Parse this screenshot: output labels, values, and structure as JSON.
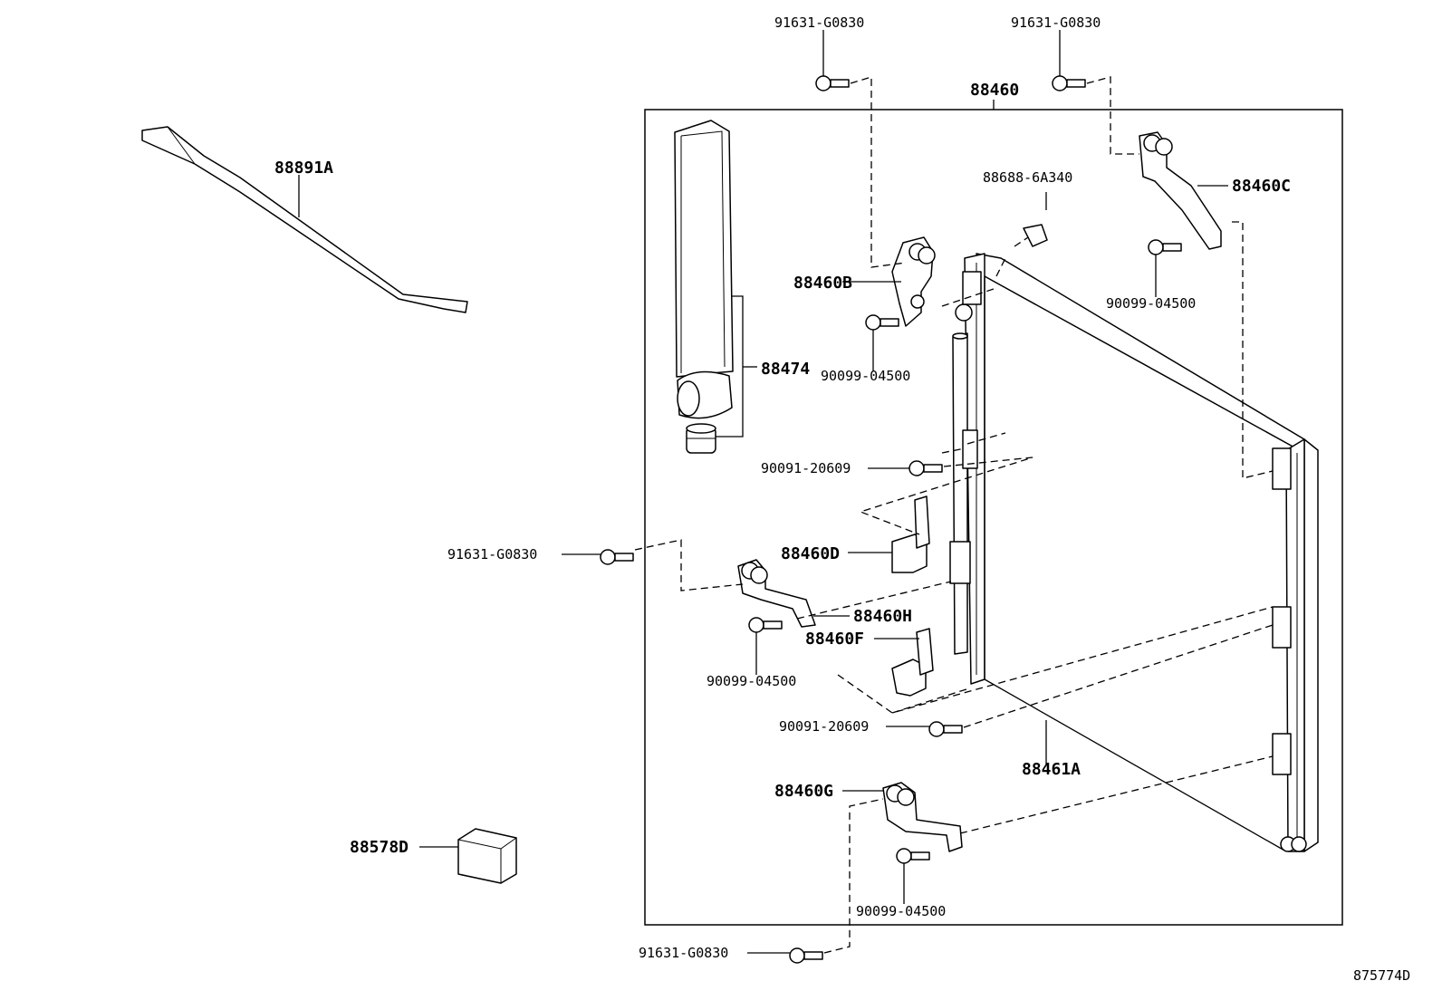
{
  "diagram_id": "875774D",
  "labels": {
    "bolt_top_left": "91631-G0830",
    "bolt_top_right": "91631-G0830",
    "assembly": "88460",
    "reinforcement": "88891A",
    "clip": "88688-6A340",
    "bracket_c": "88460C",
    "bracket_b": "88460B",
    "bolt_c": "90099-04500",
    "receiver": "88474",
    "bolt_b": "90099-04500",
    "screw_upper": "90091-20609",
    "bolt_left": "91631-G0830",
    "bracket_d": "88460D",
    "bracket_h": "88460H",
    "bracket_f": "88460F",
    "bolt_h": "90099-04500",
    "screw_lower": "90091-20609",
    "condenser": "88461A",
    "bracket_g": "88460G",
    "seal": "88578D",
    "bolt_g": "90099-04500",
    "bolt_bottom": "91631-G0830"
  }
}
